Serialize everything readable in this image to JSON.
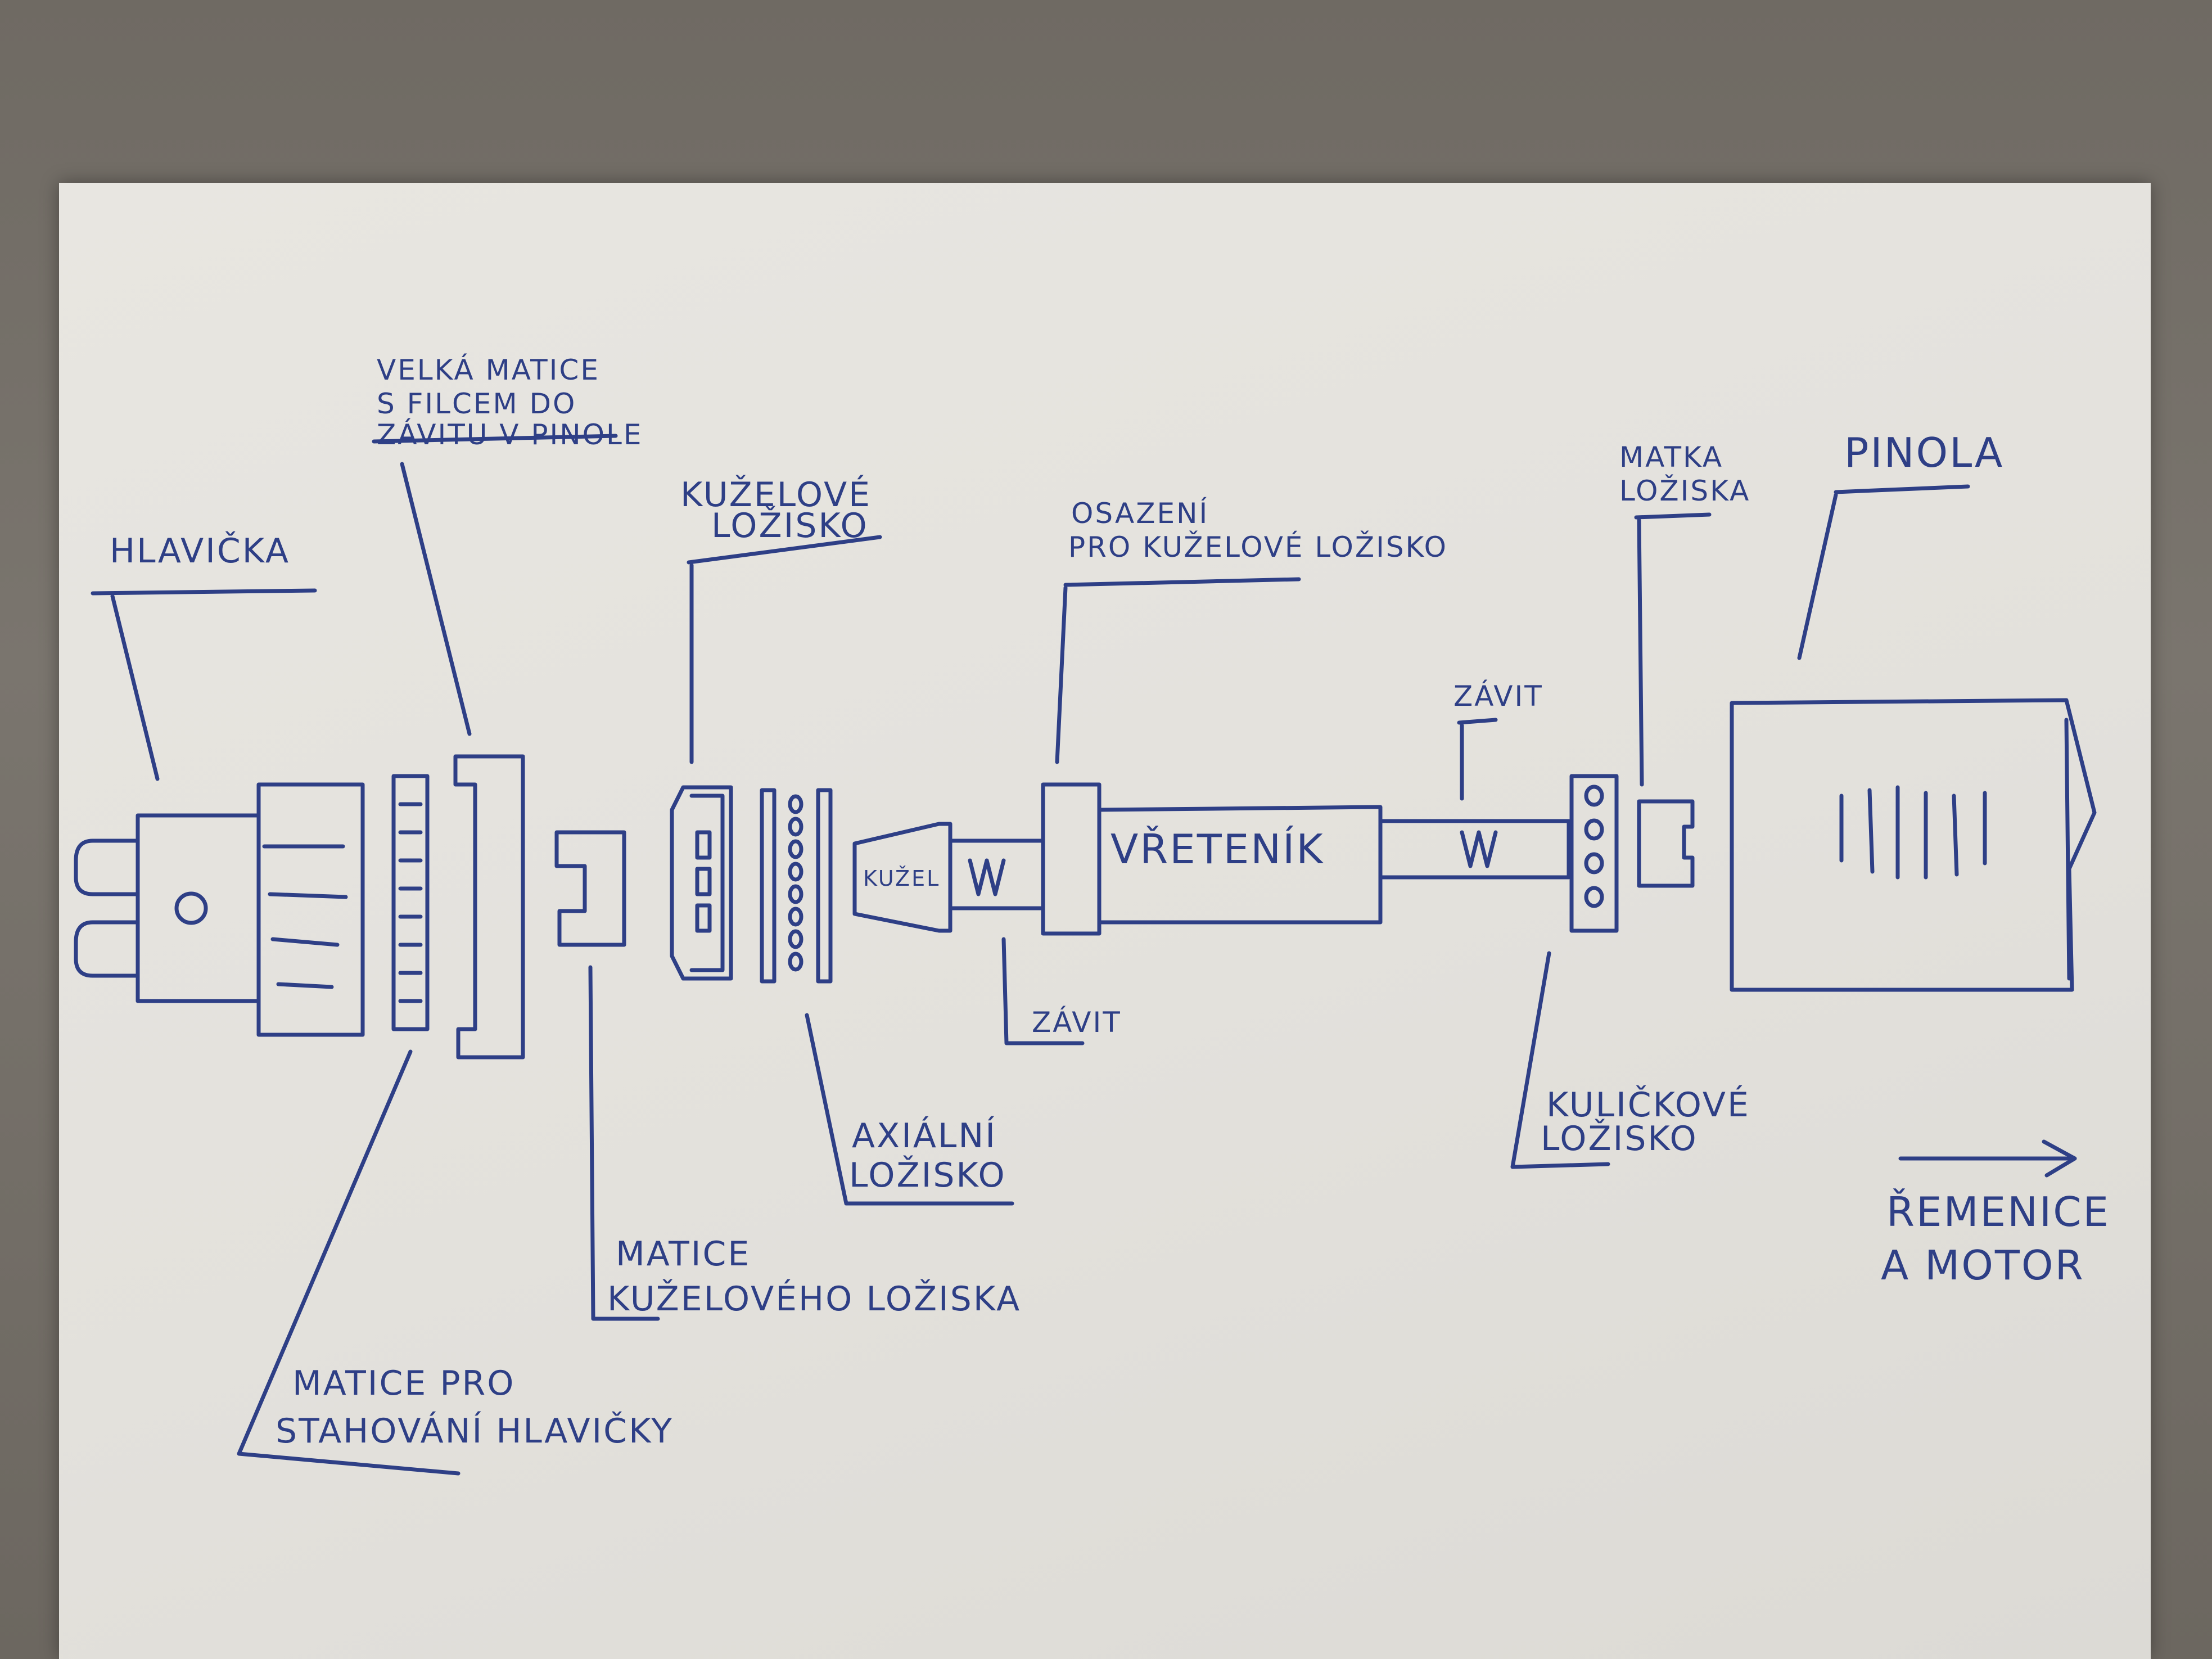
{
  "labels": {
    "hlavicka": "HLAVIČKA",
    "velka_matice_1": "VELKÁ MATICE",
    "velka_matice_2": "S FILCEM DO",
    "velka_matice_3": "ZÁVITU V PINOLE",
    "kuzelove_lozisko_1": "KUŽELOVÉ",
    "kuzelove_lozisko_2": "LOŽISKO",
    "osazeni_1": "OSAZENÍ",
    "osazeni_2": "PRO KUŽELOVÉ LOŽISKO",
    "matka_loziska_1": "MATKA",
    "matka_loziska_2": "LOŽISKA",
    "pinola": "PINOLA",
    "zavit_top": "ZÁVIT",
    "kuzel": "KUŽEL",
    "vretenik": "VŘETENÍK",
    "zavit_bottom": "ZÁVIT",
    "axialni_lozisko_1": "AXIÁLNÍ",
    "axialni_lozisko_2": "LOŽISKO",
    "matice_kuzeloveho_1": "MATICE",
    "matice_kuzeloveho_2": "KUŽELOVÉHO LOŽISKA",
    "matice_pro_stahovani_1": "MATICE PRO",
    "matice_pro_stahovani_2": "STAHOVÁNÍ HLAVIČKY",
    "kulickove_lozisko_1": "KULIČKOVÉ",
    "kulickove_lozisko_2": "LOŽISKO",
    "remenice_1": "ŘEMENICE",
    "remenice_2": "A MOTOR"
  }
}
